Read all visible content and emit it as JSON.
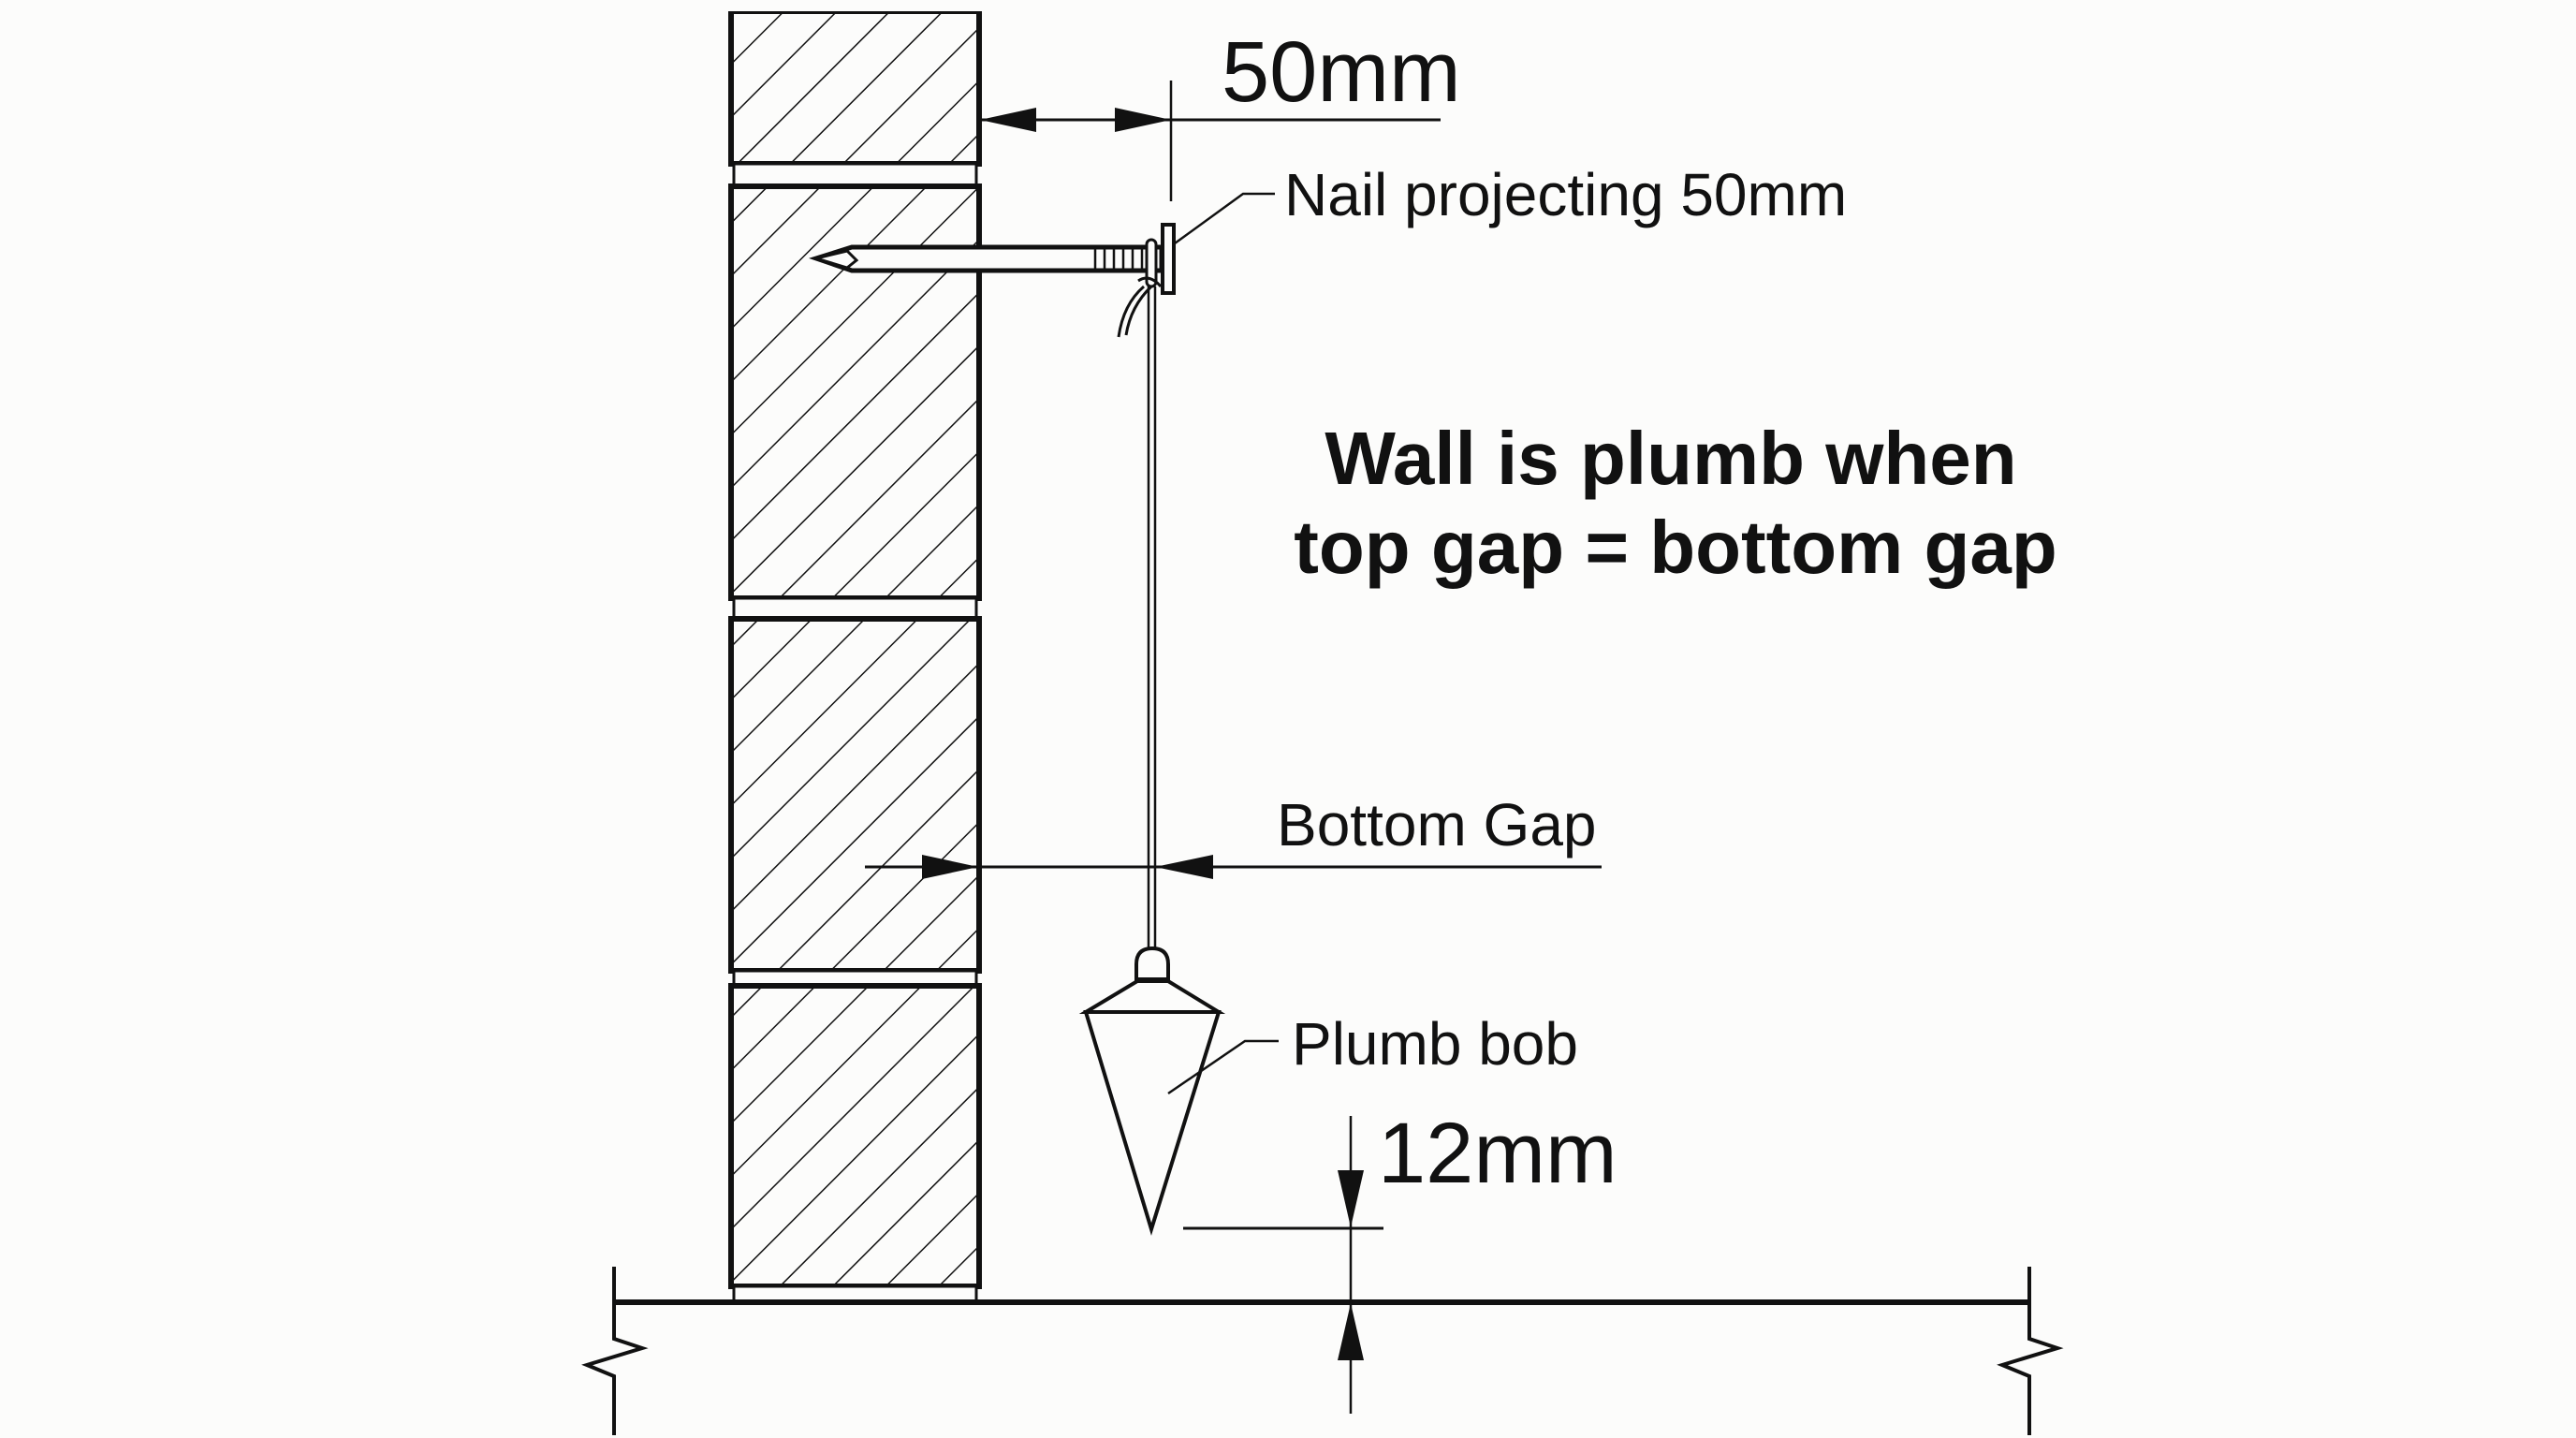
{
  "diagram": {
    "title_note": {
      "line1": "Wall is plumb when",
      "line2": "top gap = bottom gap"
    },
    "labels": {
      "top_dimension": "50mm",
      "nail": "Nail projecting 50mm",
      "bottom_gap": "Bottom Gap",
      "plumb_bob": "Plumb bob",
      "bob_clearance": "12mm"
    },
    "elements": {
      "wall": "brick wall section with diagonal hatching (4 courses with mortar joints)",
      "nail": "nail driven into wall near top, projecting 50mm",
      "string": "plumb line hanging from nail head",
      "plumb_bob": "conical plumb bob suspended 12mm above ground",
      "ground": "ground line with break marks at both ends"
    },
    "colors": {
      "background": "#fcfcfb",
      "ink": "#111111"
    }
  }
}
